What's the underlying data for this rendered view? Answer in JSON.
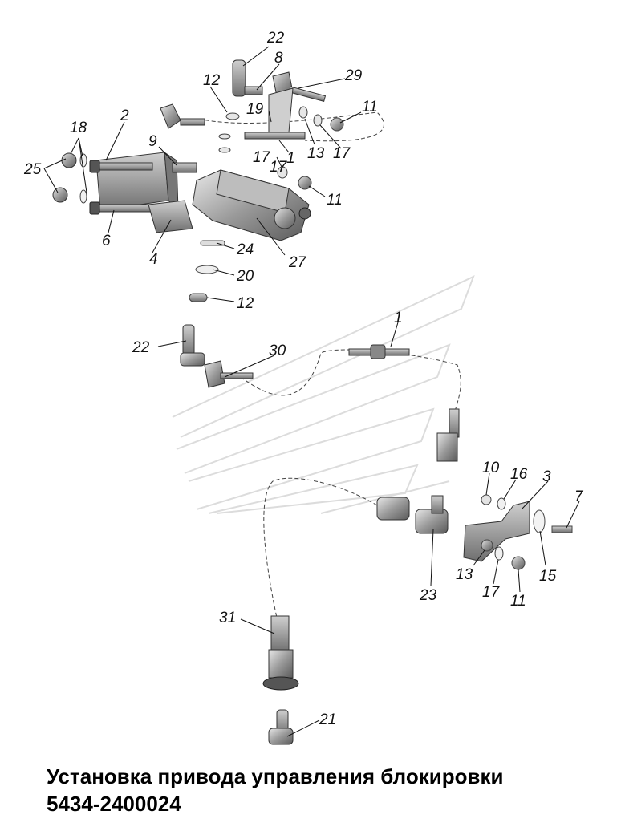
{
  "callouts": [
    "22",
    "8",
    "12",
    "29",
    "2",
    "19",
    "11",
    "18",
    "9",
    "13",
    "17",
    "1",
    "17",
    "25",
    "17",
    "11",
    "6",
    "4",
    "24",
    "27",
    "20",
    "12",
    "1",
    "22",
    "30",
    "10",
    "16",
    "3",
    "7",
    "13",
    "15",
    "17",
    "11",
    "23",
    "31",
    "21"
  ],
  "title": {
    "line1": "Установка привода управления блокировки",
    "line2": "5434-2400024"
  }
}
